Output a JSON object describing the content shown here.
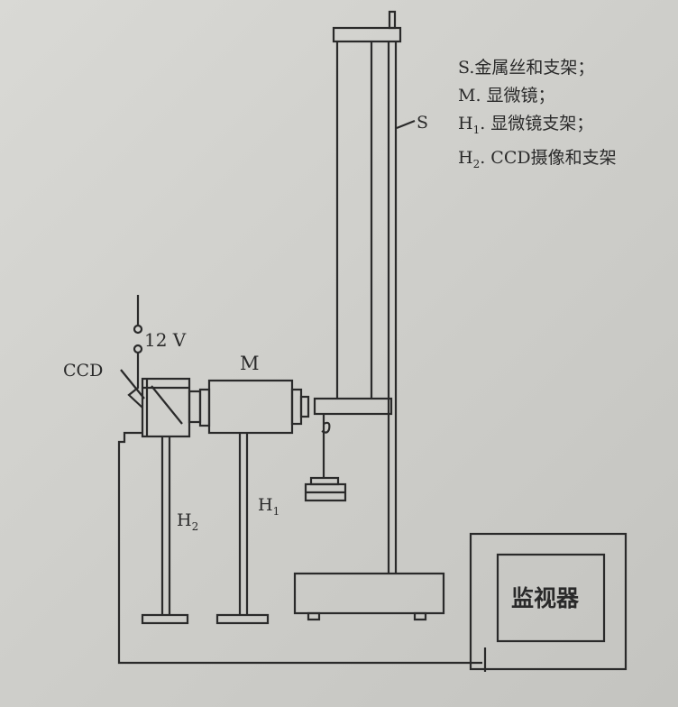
{
  "labels": {
    "s": "S",
    "m": "M",
    "ccd": "CCD",
    "voltage": "12 V",
    "h1": "H",
    "h1_sub": "1",
    "h2": "H",
    "h2_sub": "2",
    "monitor": "监视器"
  },
  "legend": [
    {
      "key": "S",
      "sub": "",
      "text": ".金属丝和支架；"
    },
    {
      "key": "M",
      "sub": "",
      "text": ". 显微镜；"
    },
    {
      "key": "H",
      "sub": "1",
      "text": ". 显微镜支架；"
    },
    {
      "key": "H",
      "sub": "2",
      "text": ". CCD摄像和支架"
    }
  ]
}
